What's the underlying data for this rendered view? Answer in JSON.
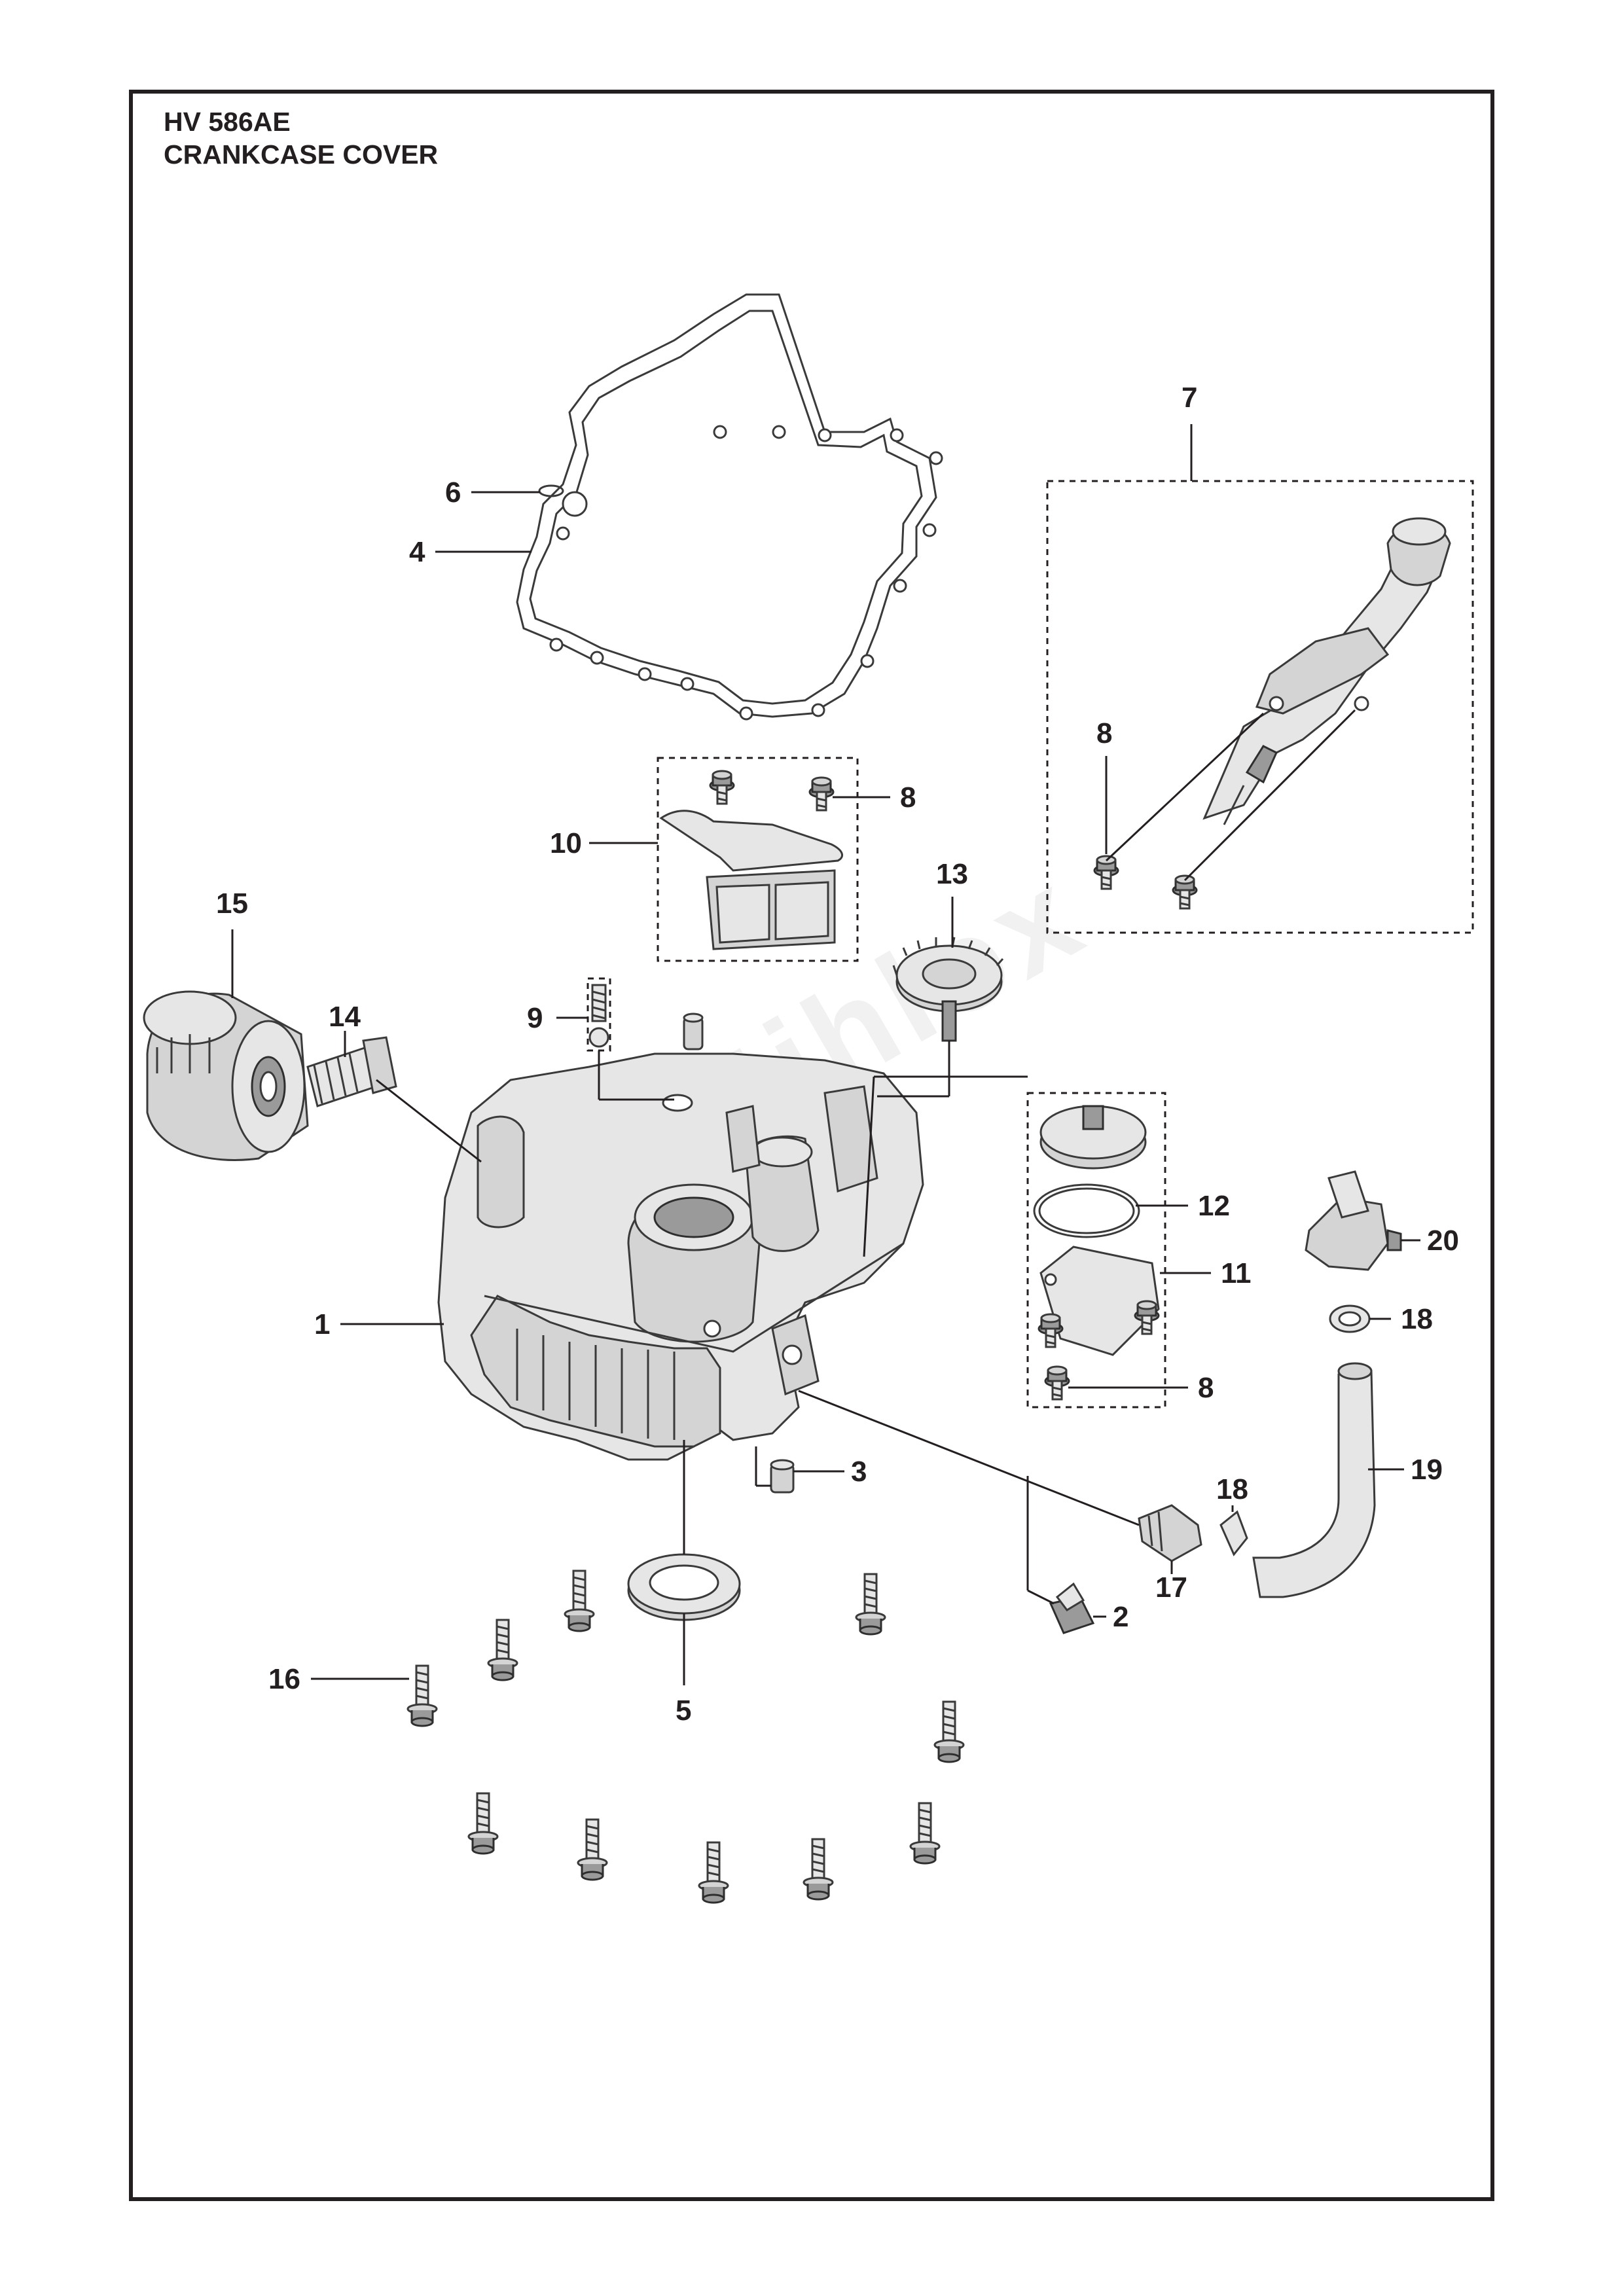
{
  "diagram": {
    "model": "HV 586AE",
    "title": "CRANKCASE COVER"
  },
  "callouts": [
    {
      "id": "c1",
      "label": "1"
    },
    {
      "id": "c2",
      "label": "2"
    },
    {
      "id": "c3",
      "label": "3"
    },
    {
      "id": "c4",
      "label": "4"
    },
    {
      "id": "c5",
      "label": "5"
    },
    {
      "id": "c6",
      "label": "6"
    },
    {
      "id": "c7",
      "label": "7"
    },
    {
      "id": "c8a",
      "label": "8"
    },
    {
      "id": "c8b",
      "label": "8"
    },
    {
      "id": "c8c",
      "label": "8"
    },
    {
      "id": "c9",
      "label": "9"
    },
    {
      "id": "c10",
      "label": "10"
    },
    {
      "id": "c11",
      "label": "11"
    },
    {
      "id": "c12",
      "label": "12"
    },
    {
      "id": "c13",
      "label": "13"
    },
    {
      "id": "c14",
      "label": "14"
    },
    {
      "id": "c15",
      "label": "15"
    },
    {
      "id": "c16",
      "label": "16"
    },
    {
      "id": "c17",
      "label": "17"
    },
    {
      "id": "c18a",
      "label": "18"
    },
    {
      "id": "c18b",
      "label": "18"
    },
    {
      "id": "c19",
      "label": "19"
    },
    {
      "id": "c20",
      "label": "20"
    }
  ]
}
